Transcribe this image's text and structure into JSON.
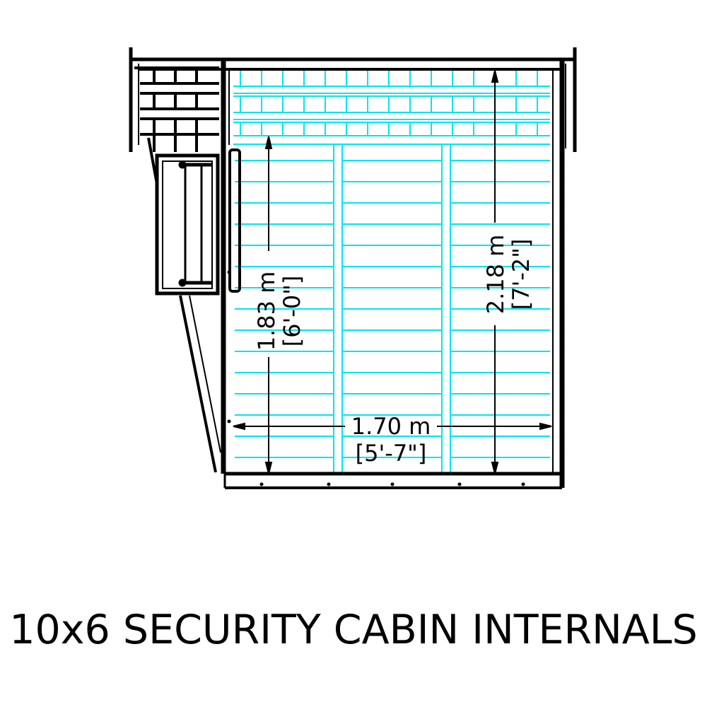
{
  "title": "10x6 SECURITY CABIN INTERNALS",
  "dimensions": {
    "depth_inner": {
      "metric": "1.83 m",
      "imperial": "[6'-0\"]"
    },
    "depth_total": {
      "metric": "2.18 m",
      "imperial": "[7'-2\"]"
    },
    "width": {
      "metric": "1.70 m",
      "imperial": "[5'-7\"]"
    }
  },
  "colors": {
    "floor": "#00e5ee",
    "lines": "#000000"
  }
}
